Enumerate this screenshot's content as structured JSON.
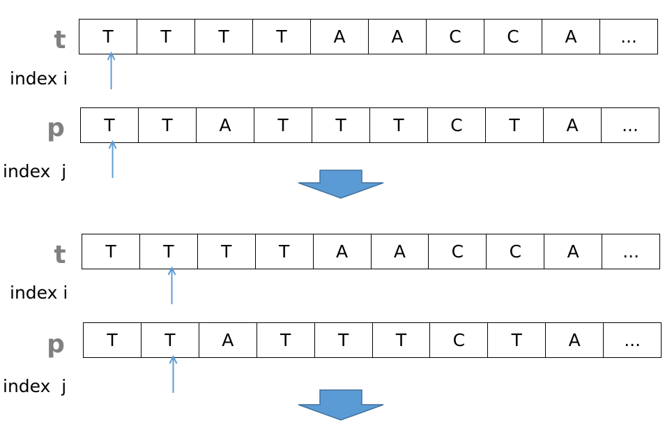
{
  "colors": {
    "label_gray": "#808080",
    "pointer_blue": "#5b9bd5",
    "arrow_fill": "#5b9bd5",
    "arrow_stroke": "#41719c"
  },
  "steps": [
    {
      "t_label": "t",
      "p_label": "p",
      "index_i_label": "index i",
      "index_j_label": "index  j",
      "t_cells": [
        "T",
        "T",
        "T",
        "T",
        "A",
        "A",
        "C",
        "C",
        "A",
        "..."
      ],
      "p_cells": [
        "T",
        "T",
        "A",
        "T",
        "T",
        "T",
        "C",
        "T",
        "A",
        "..."
      ],
      "i_position": 0,
      "j_position": 0
    },
    {
      "t_label": "t",
      "p_label": "p",
      "index_i_label": "index i",
      "index_j_label": "index  j",
      "t_cells": [
        "T",
        "T",
        "T",
        "T",
        "A",
        "A",
        "C",
        "C",
        "A",
        "..."
      ],
      "p_cells": [
        "T",
        "T",
        "A",
        "T",
        "T",
        "T",
        "C",
        "T",
        "A",
        "..."
      ],
      "i_position": 1,
      "j_position": 1
    }
  ]
}
